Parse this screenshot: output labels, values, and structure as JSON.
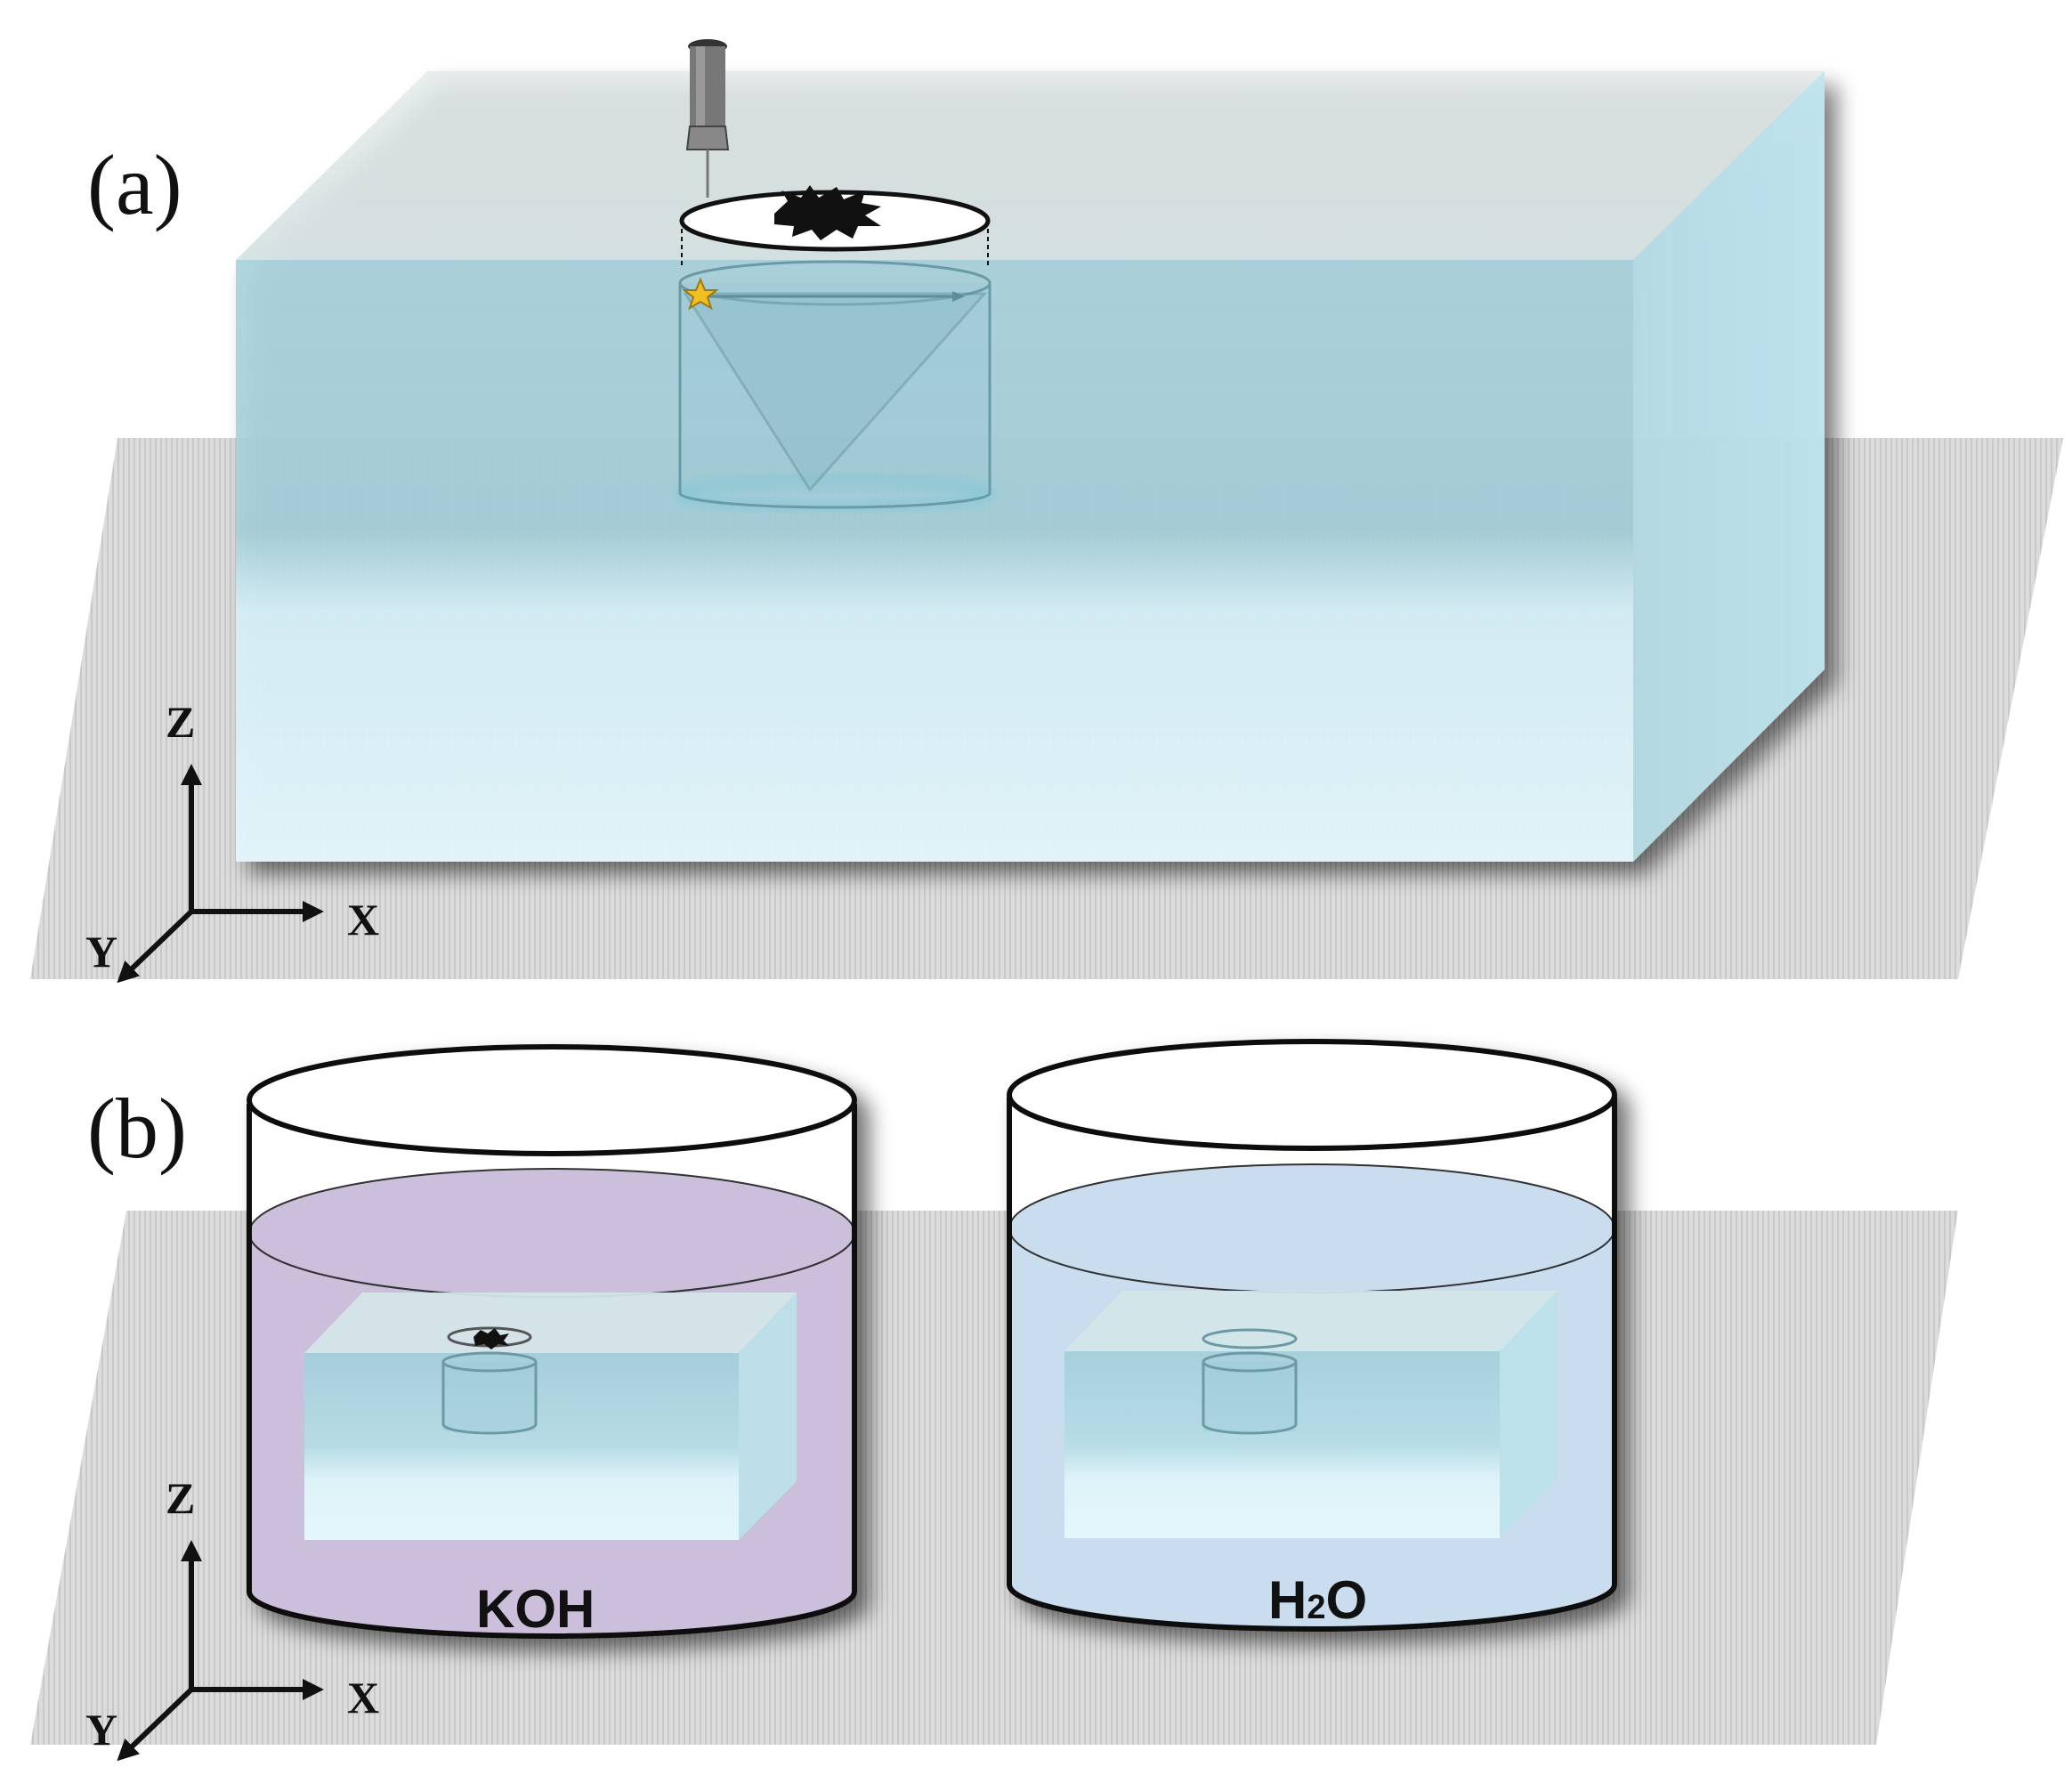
{
  "panels": {
    "a": {
      "label": "(a)"
    },
    "b": {
      "label": "(b)"
    }
  },
  "axes": {
    "z": "Z",
    "x": "X",
    "y": "Y"
  },
  "beakers": {
    "left": {
      "label": "KOH",
      "liquid_color": "#cbbfdc"
    },
    "right": {
      "label_main": "H",
      "label_sub": "2",
      "label_end": "O",
      "liquid_color": "#c9ddef"
    }
  },
  "colors": {
    "platform": "#d6d6d6",
    "block_front_top": "#a8d0da",
    "block_front_bottom": "#e0f4fa",
    "block_top": "#dfe6e6",
    "block_side": "#b8dde8",
    "outline": "#111111",
    "marker_star": "#f0c020"
  }
}
